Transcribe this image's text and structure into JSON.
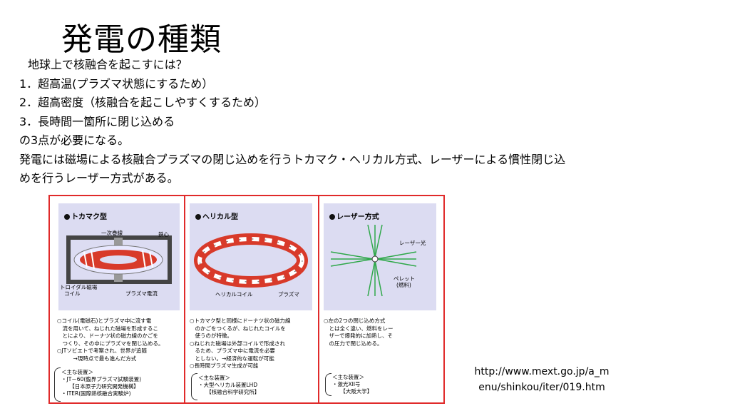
{
  "slide": {
    "title": "発電の種類",
    "lines": [
      "地球上で核融合を起こすには？",
      "1．超高温(プラズマ状態にするため）",
      "2．超高密度（核融合を起こしやすくするため）",
      "3．長時間一箇所に閉じ込める",
      "の3点が必要になる。",
      "発電には磁場による核融合プラズマの閉じ込めを行うトカマク・ヘリカル方式、レーザーによる慣性閉じ込",
      "めを行うレーザー方式がある。"
    ],
    "source_url_line1": "http://www.mext.go.jp/a_m",
    "source_url_line2": "enu/shinkou/iter/019.htm"
  },
  "figure": {
    "accent_color": "#e02a2a",
    "panels": [
      {
        "title": "トカマク型",
        "labels": [
          "一次巻線",
          "鉄心",
          "トロイダル磁場",
          "コイル",
          "プラズマ電流"
        ],
        "description": [
          "○コイル(電磁石)とプラズマ中に流す電",
          "　流を用いて、ねじれた磁場を形成するこ",
          "　とにより、ドーナツ状の磁力線のかごを",
          "　つくり、その中にプラズマを閉じ込める。",
          "○JTソビエトで考案され、世界が追随",
          "　　　→現時点で最も進んだ方式"
        ],
        "facility_heading": "＜主な装置＞",
        "facilities": [
          "・JT－60(臨界プラズマ試験装置)",
          "　　【日本原子力研究開発機構】",
          "・ITER(国際熱核融合実験炉)"
        ]
      },
      {
        "title": "ヘリカル型",
        "labels": [
          "ヘリカルコイル",
          "プラズマ"
        ],
        "description": [
          "○トカマク型と同様にドーナツ状の磁力線",
          "　のかごをつくるが、ねじれたコイルを",
          "　使うのが特徴。",
          "○ねじれた磁場は外部コイルで形成され",
          "　るため、プラズマ中に電流を必要",
          "　としない。→経済的な運転が可能",
          "○長時間プラズマ生成が可能"
        ],
        "facility_heading": "＜主な装置＞",
        "facilities": [
          "・大型ヘリカル装置LHD",
          "　　【核融合科学研究所】"
        ]
      },
      {
        "title": "レーザー方式",
        "labels": [
          "レーザー光",
          "ペレット",
          "(燃料)"
        ],
        "description": [
          "○左の2つの閉じ込め方式",
          "　とは全く違い、燃料をレー",
          "　ザーで爆発的に加熱し、そ",
          "　の圧力で閉じ込める。"
        ],
        "facility_heading": "＜主な装置＞",
        "facilities": [
          "・激光XII号",
          "　　【大阪大学】"
        ]
      }
    ]
  }
}
